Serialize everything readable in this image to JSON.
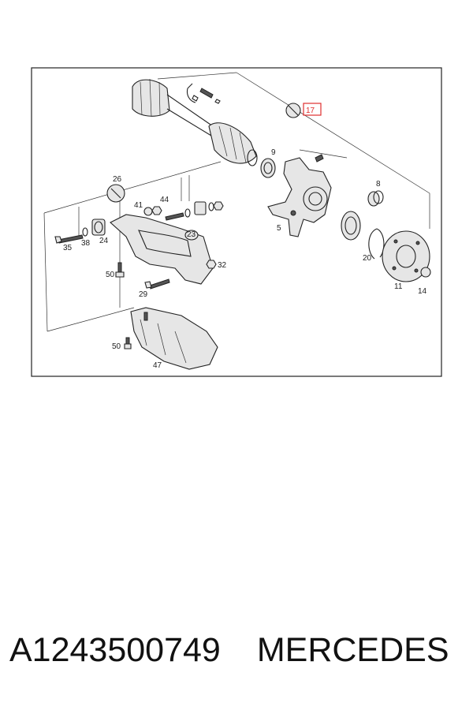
{
  "diagram": {
    "labels": {
      "p9": "9",
      "p17": "17",
      "p26": "26",
      "p41": "41",
      "p44": "44",
      "p8": "8",
      "p23": "23",
      "p35": "35",
      "p38": "38",
      "p24": "24",
      "p5": "5",
      "p20": "20",
      "p32": "32",
      "p50a": "50",
      "p29": "29",
      "p11": "11",
      "p14": "14",
      "p50b": "50",
      "p47": "47"
    },
    "highlight_color": "#e03030"
  },
  "caption": {
    "part_number": "A1243500749",
    "brand": "MERCEDES"
  }
}
